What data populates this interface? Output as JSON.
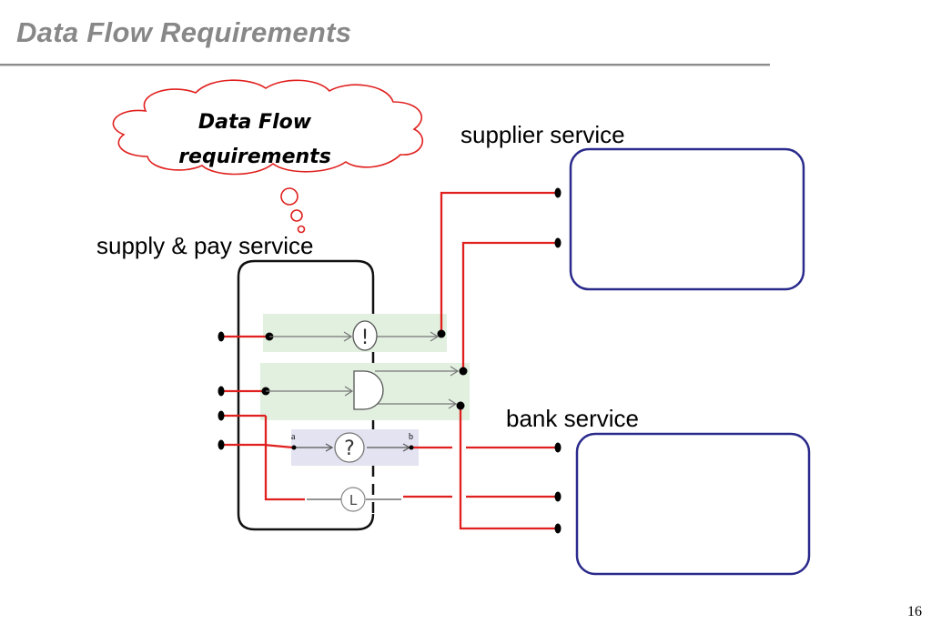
{
  "slide": {
    "title": "Data Flow Requirements",
    "page_number": "16"
  },
  "cloud": {
    "line1": "Data Flow",
    "line2": "requirements"
  },
  "labels": {
    "supplier_service": "supplier service",
    "supply_pay_service": "supply & pay service",
    "bank_service": "bank service"
  },
  "operators": {
    "exclusive_symbol": "!",
    "query_symbol": "?",
    "loop_symbol": "L",
    "port_a": "a",
    "port_b": "b"
  },
  "colors": {
    "wire": "#e0201e",
    "service_border": "#2a2a8c",
    "green_band": "#e2f0e0",
    "blue_band": "#e3e3f2",
    "cloud_stroke": "#e0201e"
  }
}
